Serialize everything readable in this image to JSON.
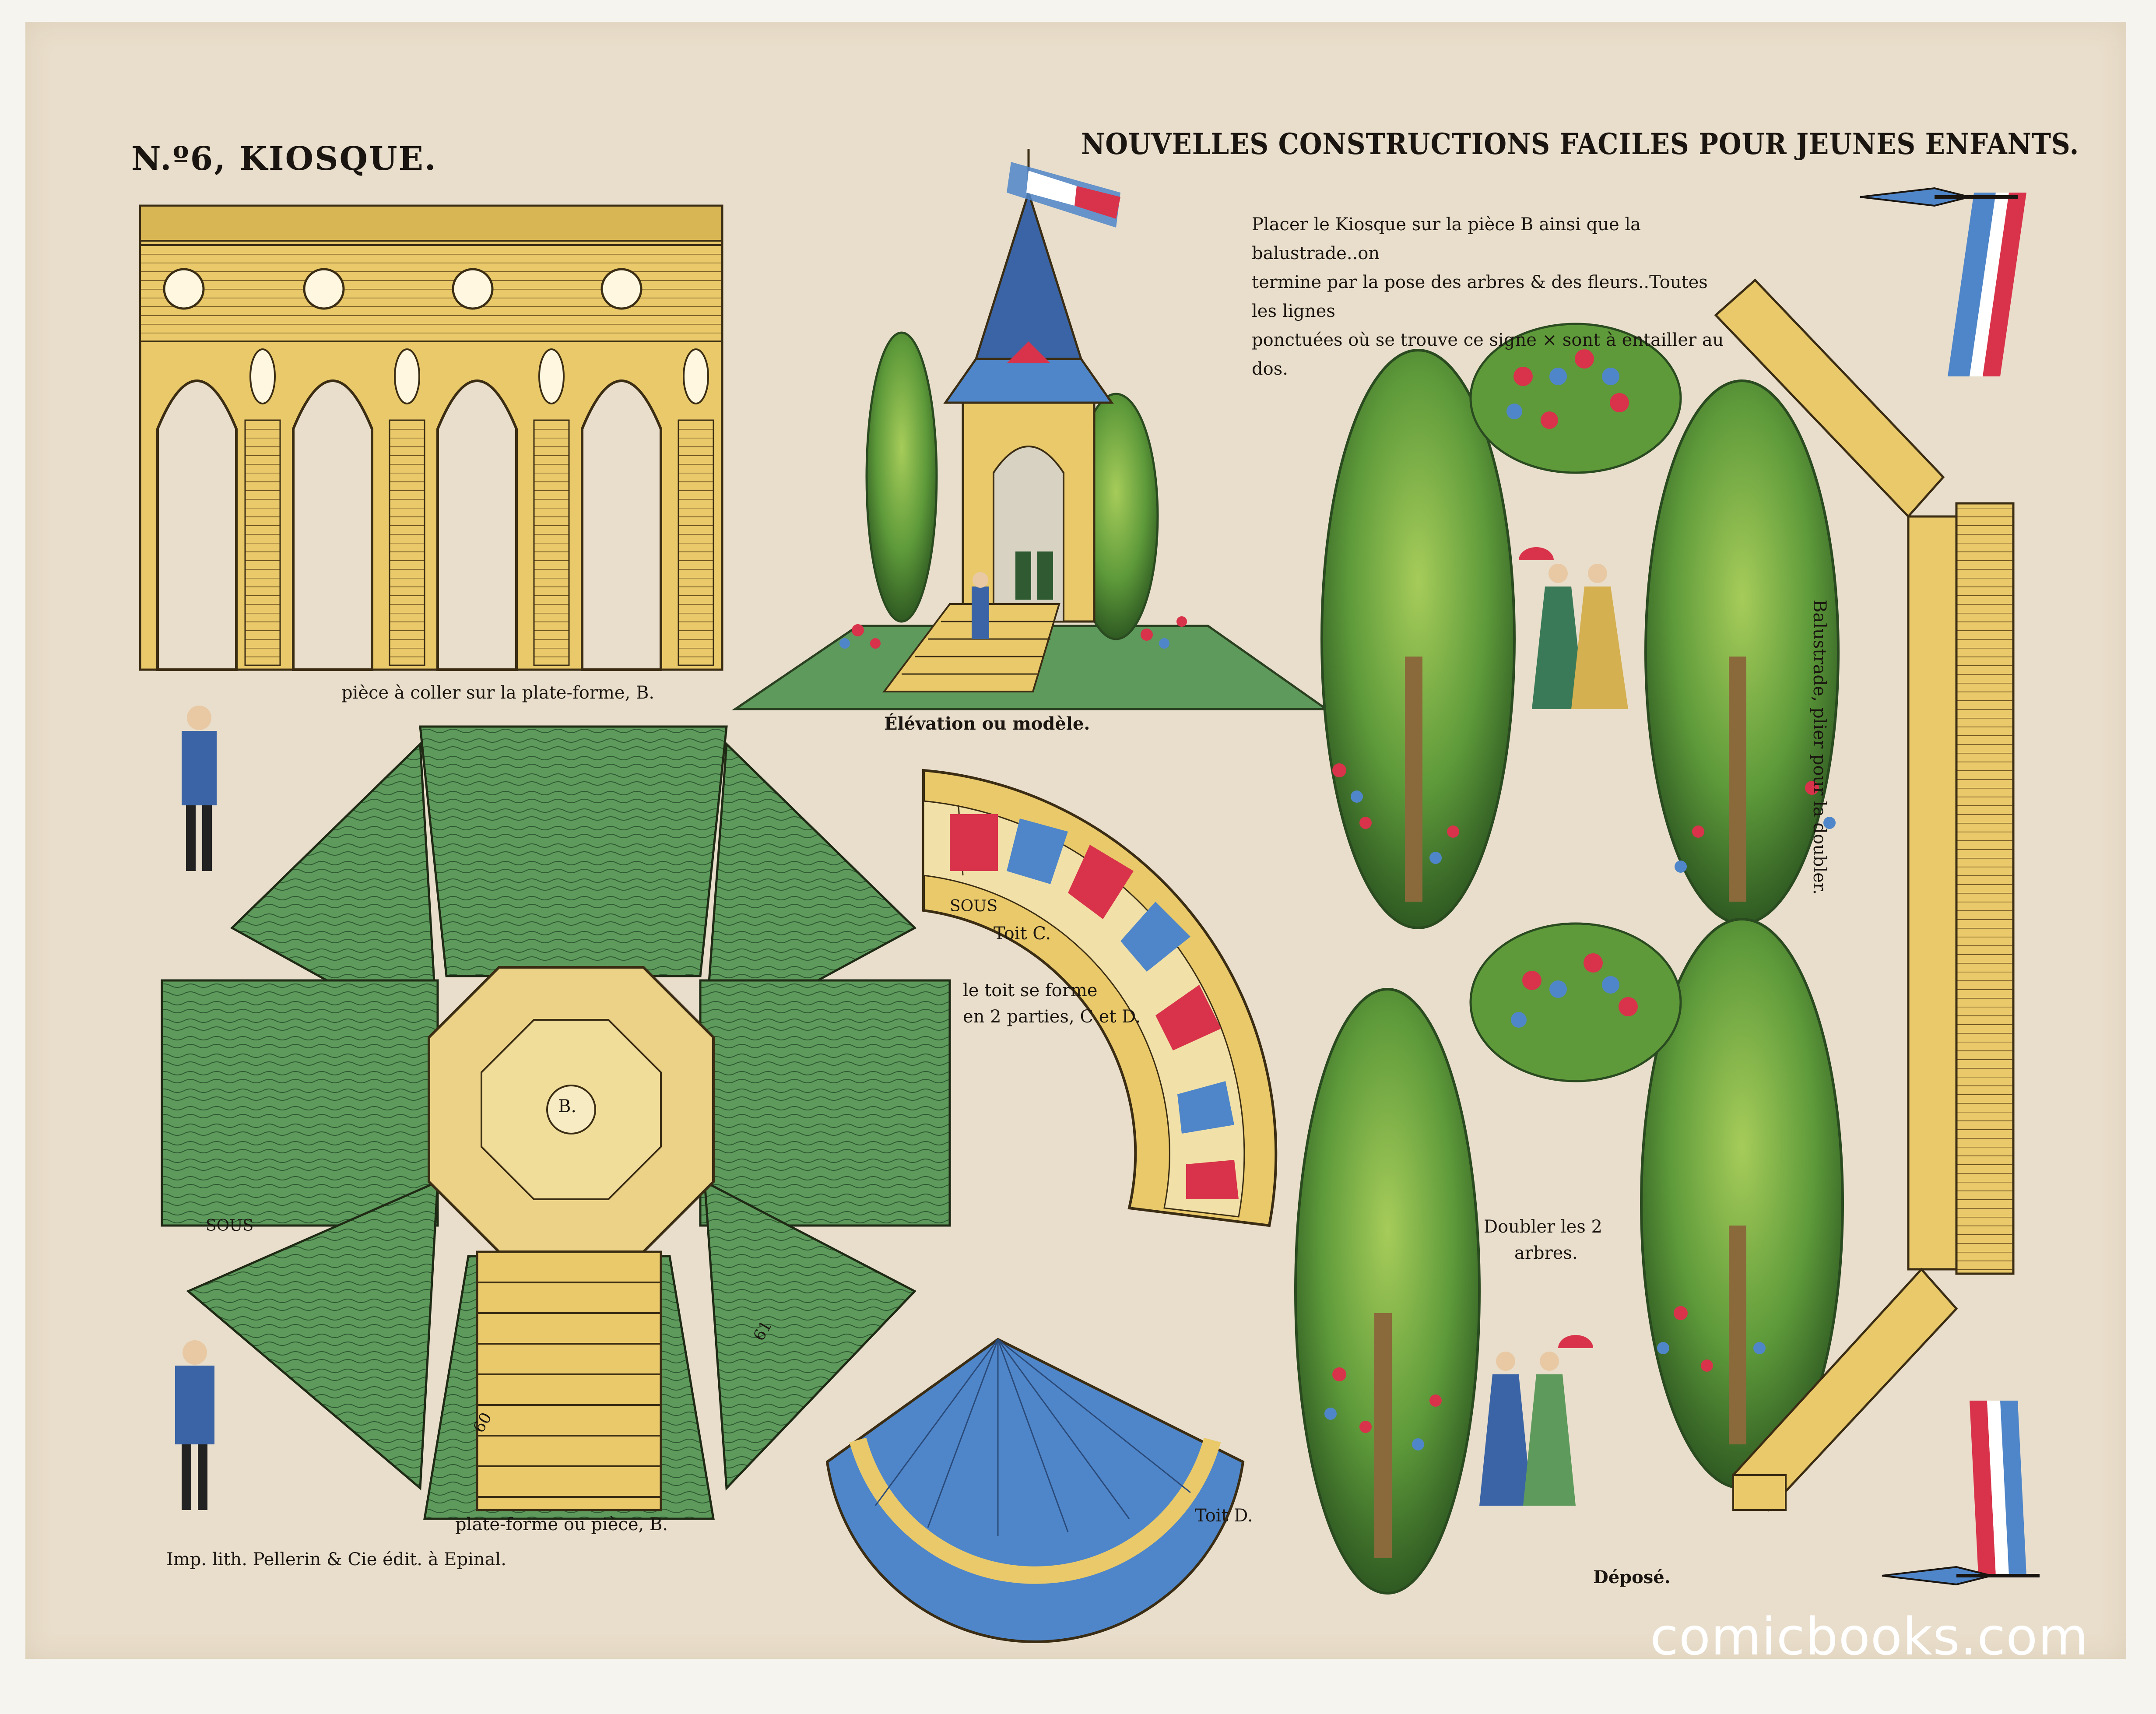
{
  "sheet": {
    "title": "N.º6, KIOSQUE.",
    "heading": "NOUVELLES CONSTRUCTIONS FACILES POUR JEUNES ENFANTS.",
    "instructions": [
      "Placer le Kiosque sur la pièce B ainsi que la balustrade..on",
      "termine par la pose des arbres & des fleurs..Toutes les lignes",
      "ponctuées où se trouve ce signe × sont à entailler au dos."
    ],
    "labels": {
      "arcade_piece": "pièce à coller sur la plate-forme, B.",
      "elevation": "Élévation ou modèle.",
      "roof_c": "Toit C.",
      "roof_note_1": "le toit se forme",
      "roof_note_2": "en 2 parties, C et D.",
      "roof_d": "Toit D.",
      "platform": "plate-forme ou pièce, B.",
      "platform_center": "B.",
      "balustrade": "Balustrade, plier pour la doubler.",
      "double_trees_1": "Doubler les 2",
      "double_trees_2": "arbres.",
      "printer": "Imp. lith. Pellerin & Cie édit. à Epinal.",
      "depose": "Déposé.",
      "piece_60": "60",
      "piece_61": "61",
      "sous": "SOUS"
    },
    "watermark": "comicbooks.com",
    "colors": {
      "paper": "#e9decb",
      "green": "#5d9a5c",
      "yellow": "#e9c96a",
      "blue": "#4f86c9",
      "red": "#d8334a",
      "ink": "#1a1510"
    },
    "icons": [
      "french-flag-icon",
      "pen-nib-icon"
    ]
  }
}
